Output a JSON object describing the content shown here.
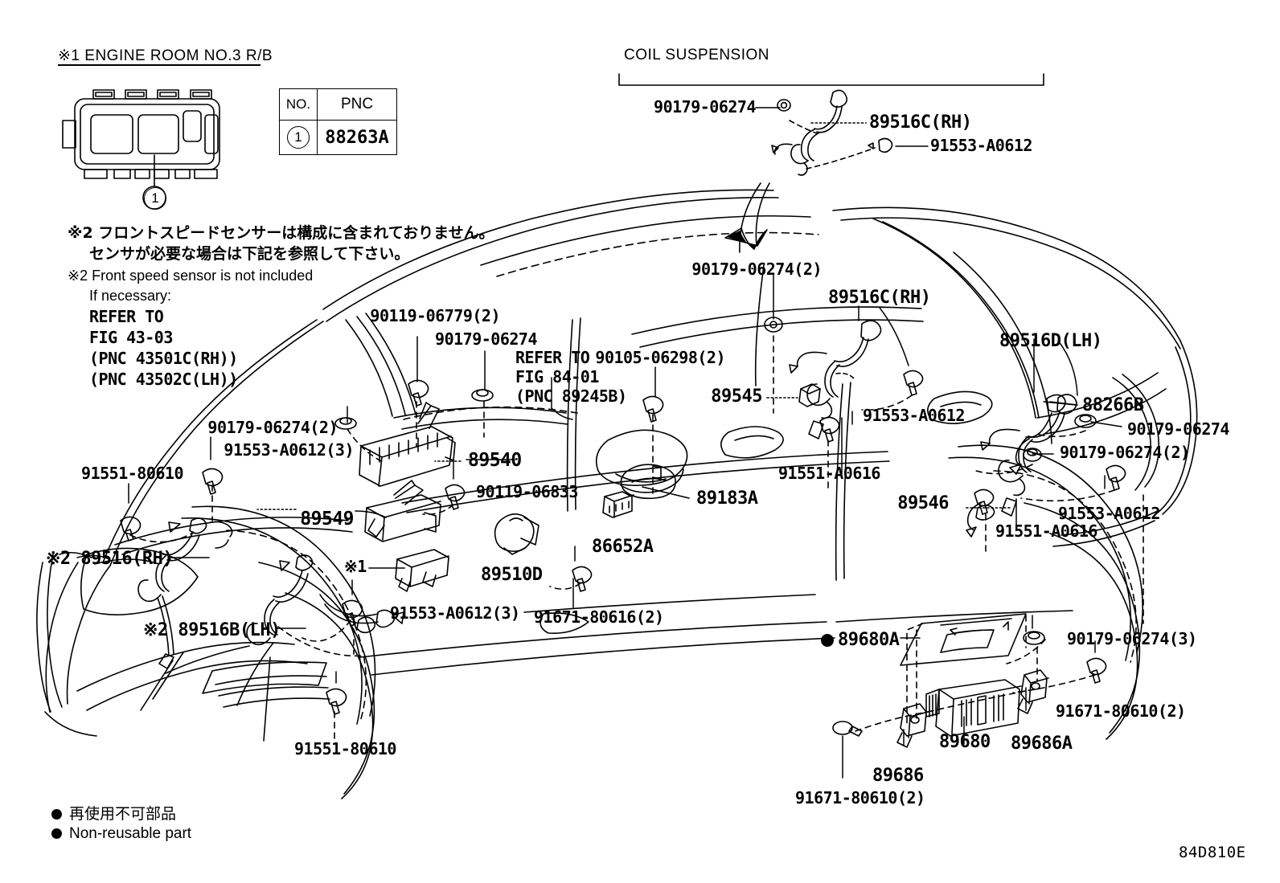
{
  "figure": {
    "code": "84D810E"
  },
  "notes": {
    "note1_header": "※1 ENGINE ROOM NO.3 R/B",
    "note1_callout": "1",
    "note2_jp_line1": "※2 フロントスピードセンサーは構成に含まれておりません。",
    "note2_jp_line2": "センサが必要な場合は下記を参照して下さい。",
    "note2_en_line1": "※2 Front speed sensor is not included",
    "note2_en_line2": "If necessary:",
    "note2_ref_line1": "REFER TO",
    "note2_ref_line2": "FIG 43-03",
    "note2_ref_line3": "(PNC 43501C(RH))",
    "note2_ref_line4": "(PNC 43502C(LH))"
  },
  "pnc_table": {
    "headers": [
      "NO.",
      "PNC"
    ],
    "rows": [
      {
        "no": "1",
        "pnc": "88263A"
      }
    ]
  },
  "coil_suspension": {
    "title": "COIL SUSPENSION",
    "labels": [
      {
        "text": "90179-06274"
      },
      {
        "text": "89516C(RH)"
      },
      {
        "text": "91553-A0612"
      }
    ]
  },
  "part_labels": [
    {
      "id": "l01",
      "text": "90119-06779(2)"
    },
    {
      "id": "l02",
      "text": "90179-06274"
    },
    {
      "id": "l03",
      "text": "REFER TO"
    },
    {
      "id": "l04",
      "text": "FIG 84-01"
    },
    {
      "id": "l05",
      "text": "(PNC 89245B)"
    },
    {
      "id": "l06",
      "text": "90105-06298(2)"
    },
    {
      "id": "l07",
      "text": "90179-06274(2)"
    },
    {
      "id": "l08",
      "text": "91553-A0612(3)"
    },
    {
      "id": "l09",
      "text": "91551-80610"
    },
    {
      "id": "l10",
      "text": "89540"
    },
    {
      "id": "l11",
      "text": "90119-06833"
    },
    {
      "id": "l12",
      "text": "89549"
    },
    {
      "id": "l13",
      "text": "※2 89516(RH)"
    },
    {
      "id": "l14",
      "text": "※1"
    },
    {
      "id": "l15",
      "text": "89510D"
    },
    {
      "id": "l16",
      "text": "89183A"
    },
    {
      "id": "l17",
      "text": "86652A"
    },
    {
      "id": "l18",
      "text": "91671-80616(2)"
    },
    {
      "id": "l19",
      "text": "91553-A0612(3)"
    },
    {
      "id": "l20",
      "text": "※2 89516B(LH)"
    },
    {
      "id": "l21",
      "text": "91551-80610"
    },
    {
      "id": "l22",
      "text": "90179-06274(2)"
    },
    {
      "id": "l23",
      "text": "89516C(RH)"
    },
    {
      "id": "l24",
      "text": "89545"
    },
    {
      "id": "l25",
      "text": "91553-A0612"
    },
    {
      "id": "l26",
      "text": "91551-A0616"
    },
    {
      "id": "l27",
      "text": "89516D(LH)"
    },
    {
      "id": "l28",
      "text": "88266B"
    },
    {
      "id": "l29",
      "text": "90179-06274"
    },
    {
      "id": "l30",
      "text": "90179-06274(2)"
    },
    {
      "id": "l31",
      "text": "91553-A0612"
    },
    {
      "id": "l32",
      "text": "89546"
    },
    {
      "id": "l33",
      "text": "91551-A0616"
    },
    {
      "id": "l34",
      "text": "89680A"
    },
    {
      "id": "l35",
      "text": "90179-06274(3)"
    },
    {
      "id": "l36",
      "text": "91671-80610(2)"
    },
    {
      "id": "l37",
      "text": "89686A"
    },
    {
      "id": "l38",
      "text": "89680"
    },
    {
      "id": "l39",
      "text": "89686"
    },
    {
      "id": "l40",
      "text": "91671-80610(2)"
    }
  ],
  "legend": {
    "jp": "再使用不可部品",
    "en": "Non-reusable part"
  }
}
